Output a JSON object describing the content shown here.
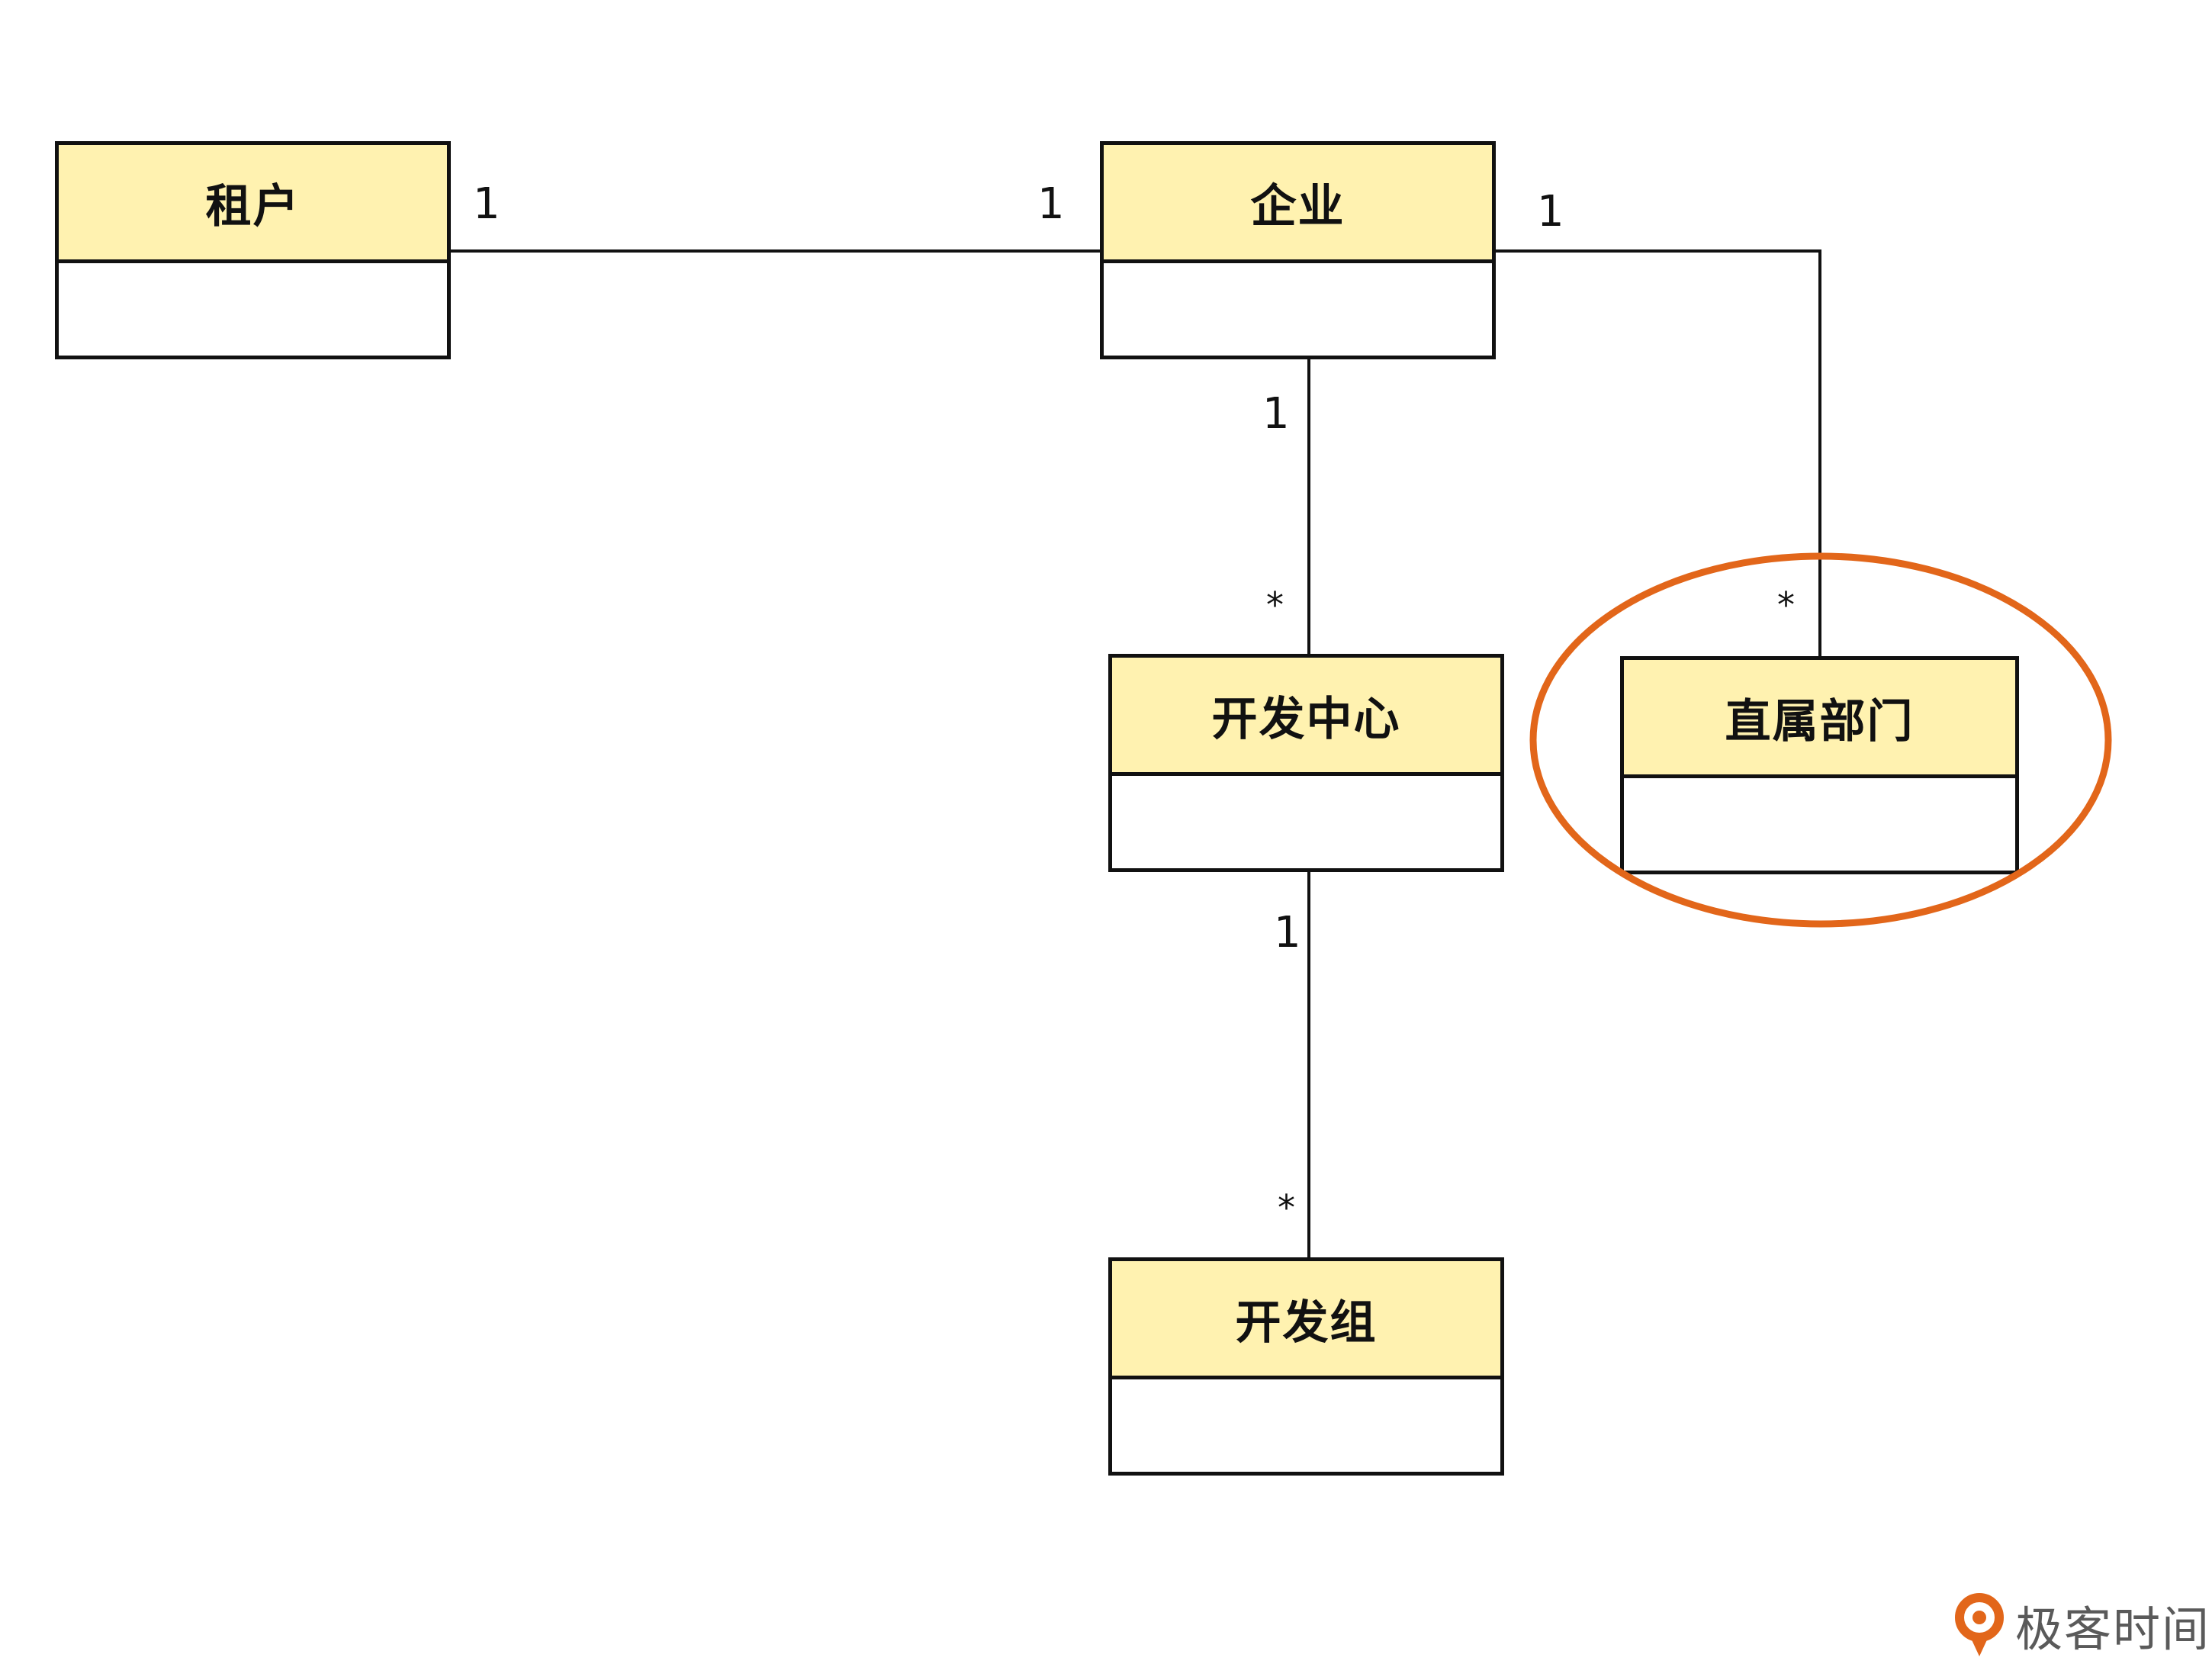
{
  "classes": {
    "tenant": {
      "name": "租户"
    },
    "enterprise": {
      "name": "企业"
    },
    "dev_center": {
      "name": "开发中心"
    },
    "direct_dept": {
      "name": "直属部门"
    },
    "dev_group": {
      "name": "开发组"
    }
  },
  "associations": {
    "tenant_enterprise": {
      "tenant_end": "1",
      "enterprise_end": "1"
    },
    "enterprise_dev_center": {
      "enterprise_end": "1",
      "dev_center_end": "*"
    },
    "enterprise_direct_dept": {
      "enterprise_end": "1",
      "direct_dept_end": "*"
    },
    "dev_center_dev_group": {
      "dev_center_end": "1",
      "dev_group_end": "*"
    }
  },
  "highlight": {
    "target": "直属部门",
    "color": "#e2661a"
  },
  "colors": {
    "class_header": "#fff2b0",
    "line": "#111111",
    "logo": "#e2661a"
  },
  "logo": {
    "text": "极客时间",
    "icon": "geektime-logo-icon"
  }
}
